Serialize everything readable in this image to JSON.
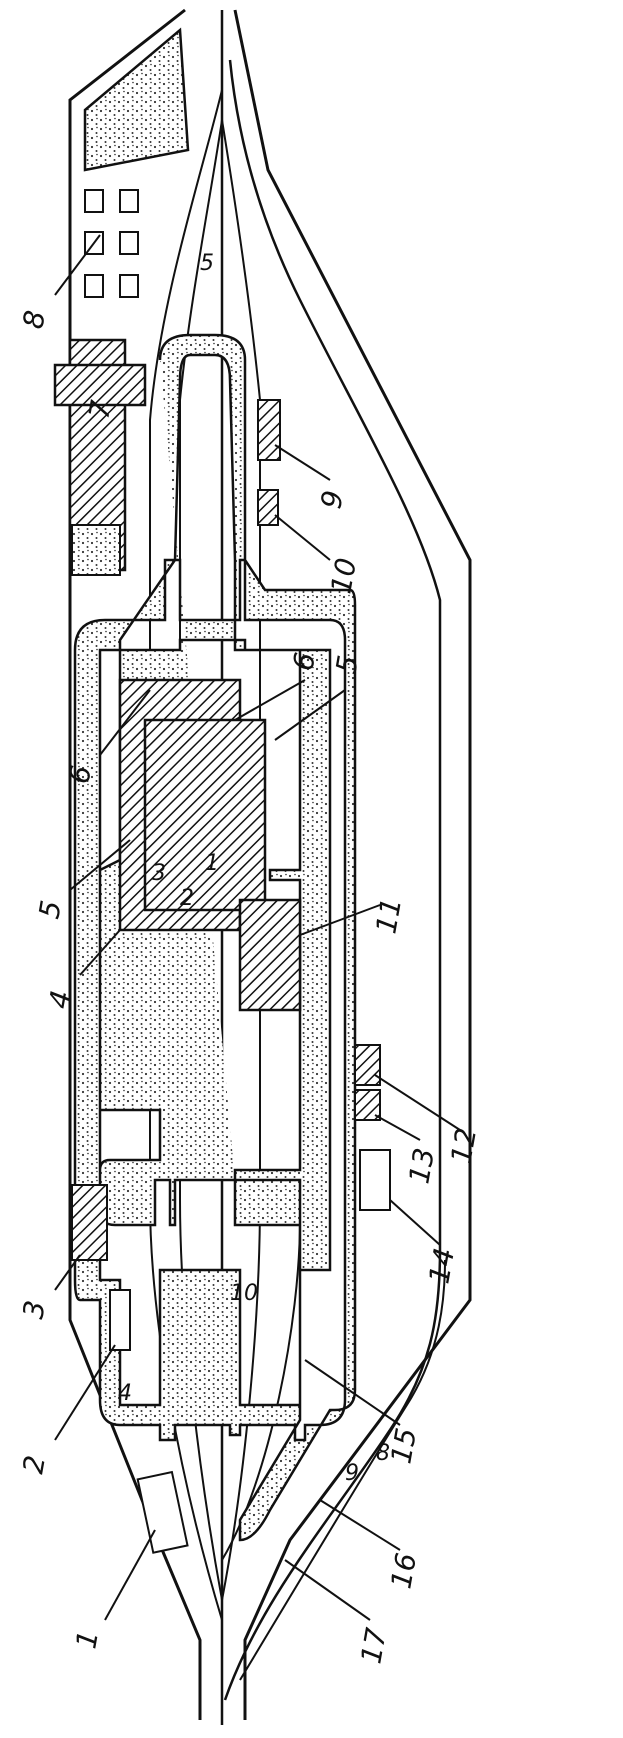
{
  "colors": {
    "ink": "#111111",
    "paper": "#ffffff",
    "dots": "#333333"
  },
  "callouts": [
    {
      "id": "1",
      "text": "1"
    },
    {
      "id": "2",
      "text": "2"
    },
    {
      "id": "3",
      "text": "3"
    },
    {
      "id": "4",
      "text": "4"
    },
    {
      "id": "5",
      "text": "5"
    },
    {
      "id": "6",
      "text": "6"
    },
    {
      "id": "5b",
      "text": "5"
    },
    {
      "id": "6b",
      "text": "6"
    },
    {
      "id": "7",
      "text": "7"
    },
    {
      "id": "8",
      "text": "8"
    },
    {
      "id": "9",
      "text": "9"
    },
    {
      "id": "10",
      "text": "10"
    },
    {
      "id": "11",
      "text": "11"
    },
    {
      "id": "12",
      "text": "12"
    },
    {
      "id": "13",
      "text": "13"
    },
    {
      "id": "14",
      "text": "14"
    },
    {
      "id": "15",
      "text": "15"
    },
    {
      "id": "16",
      "text": "16"
    },
    {
      "id": "17",
      "text": "17"
    }
  ],
  "track_labels": [
    {
      "id": "t1",
      "text": "1"
    },
    {
      "id": "t2",
      "text": "2"
    },
    {
      "id": "t3",
      "text": "3"
    },
    {
      "id": "t4",
      "text": "4"
    },
    {
      "id": "t5",
      "text": "5"
    },
    {
      "id": "t8",
      "text": "8"
    },
    {
      "id": "t9",
      "text": "9"
    },
    {
      "id": "t10",
      "text": "10"
    }
  ]
}
